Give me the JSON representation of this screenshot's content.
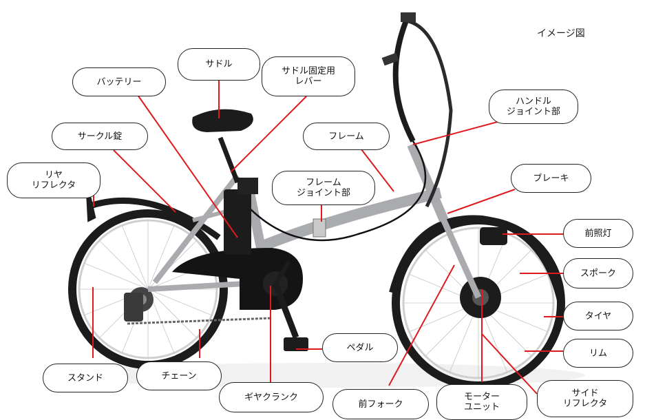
{
  "note": "イメージ図",
  "labels": {
    "saddle": "サドル",
    "saddle_lever": "サドル固定用\nレバー",
    "battery": "バッテリー",
    "handle_joint": "ハンドル\nジョイント部",
    "circle_lock": "サークル錠",
    "frame": "フレーム",
    "rear_reflector": "リヤ\nリフレクタ",
    "frame_joint": "フレーム\nジョイント部",
    "brake": "ブレーキ",
    "headlight": "前照灯",
    "spoke": "スポーク",
    "tire": "タイヤ",
    "pedal": "ペダル",
    "rim": "リム",
    "stand": "スタンド",
    "chain": "チェーン",
    "side_reflector": "サイド\nリフレクタ",
    "gear_crank": "ギヤクランク",
    "front_fork": "前フォーク",
    "motor_unit": "モーター\nユニット"
  },
  "colors": {
    "leader": "#e0191e",
    "frame": "#a9abae",
    "dark": "#1c1c1c"
  }
}
